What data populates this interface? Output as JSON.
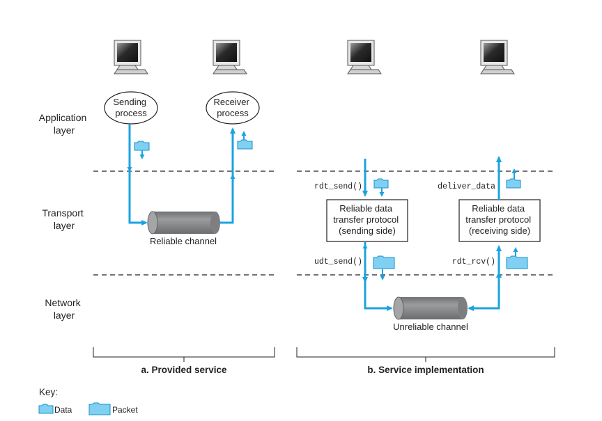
{
  "colors": {
    "arrow": "#1ba3e0",
    "packet_fill": "#7fd0f2",
    "packet_stroke": "#1890c8",
    "channel": "#8a8c8e",
    "text": "#231f20"
  },
  "layers": {
    "application": [
      "Application",
      "layer"
    ],
    "transport": [
      "Transport",
      "layer"
    ],
    "network": [
      "Network",
      "layer"
    ]
  },
  "panel_a": {
    "sending_process": [
      "Sending",
      "process"
    ],
    "receiver_process": [
      "Receiver",
      "process"
    ],
    "channel_label": "Reliable channel",
    "caption": "a. Provided service"
  },
  "panel_b": {
    "rdt_send": "rdt_send()",
    "deliver_data": "deliver_data",
    "udt_send": "udt_send()",
    "rdt_rcv": "rdt_rcv()",
    "sender_box": [
      "Reliable data",
      "transfer protocol",
      "(sending side)"
    ],
    "receiver_box": [
      "Reliable data",
      "transfer protocol",
      "(receiving side)"
    ],
    "channel_label": "Unreliable channel",
    "caption": "b. Service implementation"
  },
  "key": {
    "title": "Key:",
    "data_label": "Data",
    "packet_label": "Packet"
  },
  "icons": [
    "computer-icon",
    "packet-icon",
    "data-icon",
    "channel-pipe-icon"
  ]
}
